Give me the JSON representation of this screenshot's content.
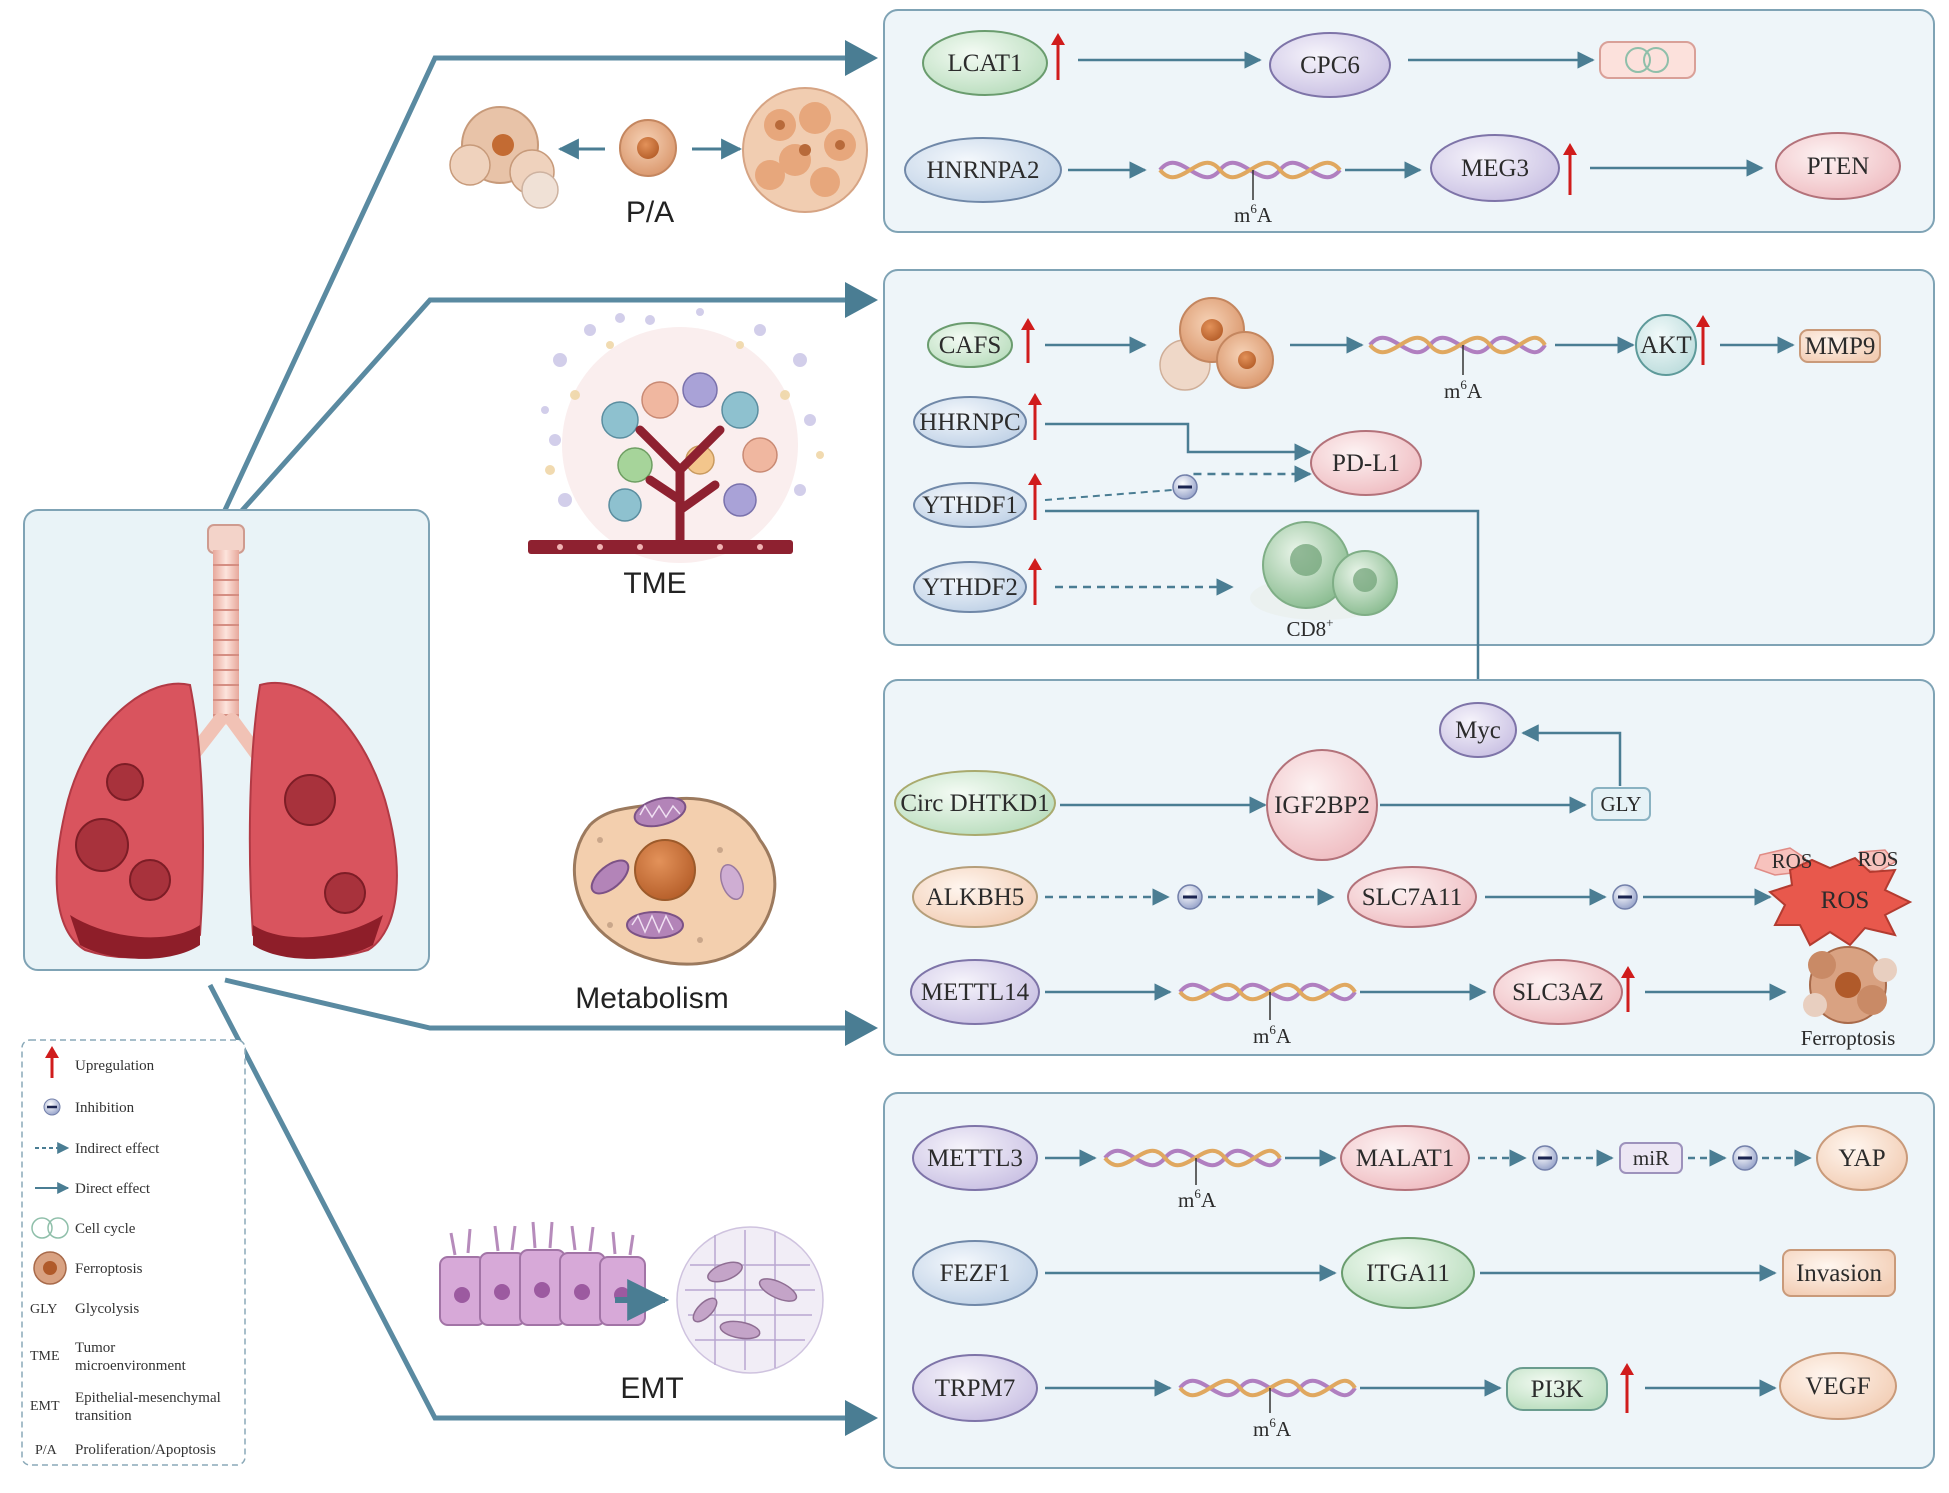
{
  "categories": {
    "pa": "P/A",
    "tme": "TME",
    "metabolism": "Metabolism",
    "emt": "EMT"
  },
  "nodes": {
    "lcat1": "LCAT1",
    "cpc6": "CPC6",
    "hnrnpa2": "HNRNPA2",
    "meg3": "MEG3",
    "pten": "PTEN",
    "cafs": "CAFS",
    "akt": "AKT",
    "mmp9": "MMP9",
    "hhrnpc": "HHRNPC",
    "pdl1": "PD-L1",
    "ythdf1": "YTHDF1",
    "ythdf2": "YTHDF2",
    "cd8": "CD8",
    "cd8_sup": "+",
    "myc": "Myc",
    "circ": "Circ DHTKD1",
    "igf2bp2": "IGF2BP2",
    "gly": "GLY",
    "alkbh5": "ALKBH5",
    "slc7a11": "SLC7A11",
    "ros_main": "ROS",
    "ros_small1": "ROS",
    "ros_small2": "ROS",
    "mettl14": "METTL14",
    "slc3az": "SLC3AZ",
    "ferroptosis": "Ferroptosis",
    "mettl3": "METTL3",
    "malat1": "MALAT1",
    "mir": "miR",
    "yap": "YAP",
    "fezf1": "FEZF1",
    "itga11": "ITGA11",
    "invasion": "Invasion",
    "trpm7": "TRPM7",
    "pi3k": "PI3K",
    "vegf": "VEGF"
  },
  "m6a": {
    "prefix": "m",
    "sup": "6",
    "suffix": "A"
  },
  "legend": {
    "upregulation": "Upregulation",
    "inhibition": "Inhibition",
    "indirect": "Indirect effect",
    "direct": "Direct effect",
    "cell_cycle": "Cell cycle",
    "ferroptosis": "Ferroptosis",
    "gly_abbr": "GLY",
    "gly": "Glycolysis",
    "tme_abbr": "TME",
    "tme_1": "Tumor",
    "tme_2": "microenvironment",
    "emt_abbr": "EMT",
    "emt_1": "Epithelial-mesenchymal",
    "emt_2": "transition",
    "pa_abbr": "P/A",
    "pa": "Proliferation/Apoptosis"
  },
  "colors": {
    "panel_fill": "#eef5f9",
    "panel_stroke": "#7fa3b5",
    "connector": "#5a8aa1",
    "arrow": "#4a7d93",
    "upregulation": "#d01c1c",
    "green_node": "#cde8cf",
    "purple_node": "#d9d4ec",
    "blue_node": "#cfdcec",
    "pink_node": "#f5d0d3",
    "peach_node": "#f9dccb",
    "lung": "#d9545e"
  }
}
